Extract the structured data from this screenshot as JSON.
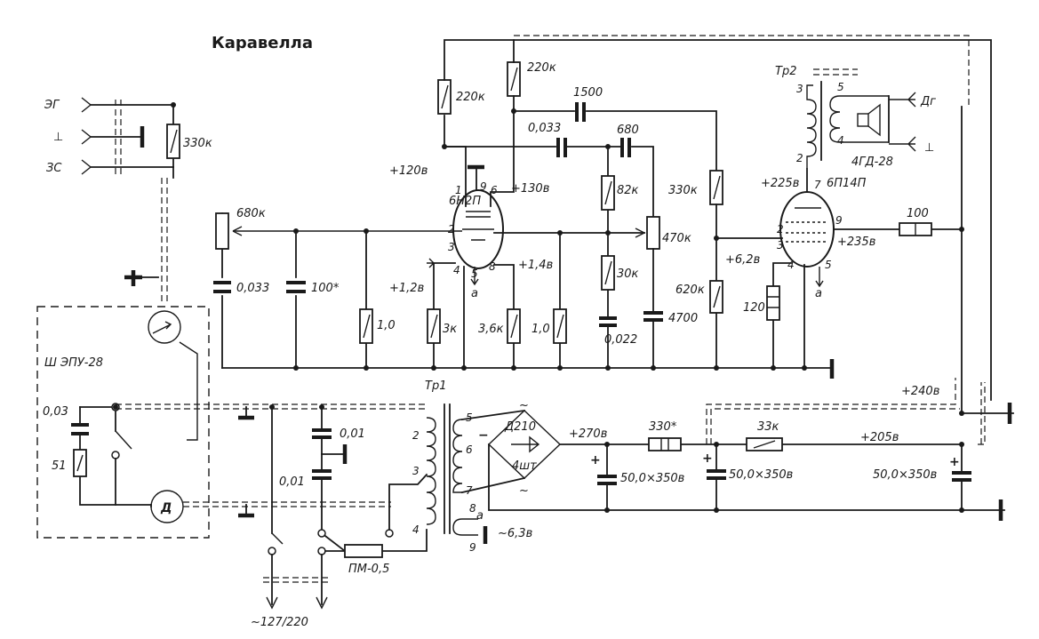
{
  "title": "Каравелла",
  "inputs": {
    "eg": "ЭГ",
    "gnd": "⊥",
    "zs": "ЗС"
  },
  "speaker_out": {
    "dg": "Дг",
    "gnd": "⊥"
  },
  "resistors": {
    "r330k_in": "330к",
    "r680k_vol": "680к",
    "r1m_a": "1,0",
    "r220k_a": "220к",
    "r220k_b": "220к",
    "r3k": "3к",
    "r3_6k": "3,6к",
    "r1m_b": "1,0",
    "r82k": "82к",
    "r30k": "30к",
    "r470k": "470к",
    "r330k_b": "330к",
    "r620k": "620к",
    "r120": "120",
    "r100": "100",
    "r51": "51",
    "r330_filter": "330*",
    "r33k": "33к"
  },
  "capacitors": {
    "c0033_a": "0,033",
    "c100": "100*",
    "c1500": "1500",
    "c0033_b": "0,033",
    "c680": "680",
    "c0022": "0,022",
    "c4700": "4700",
    "c003": "0,03",
    "c001_a": "0,01",
    "c001_b": "0,01",
    "c50_a": "50,0×350в",
    "c50_b": "50,0×350в",
    "c50_c": "50,0×350в"
  },
  "tubes": {
    "v1": "6Н2П",
    "v2": "6П14П"
  },
  "voltages": {
    "v120": "+120в",
    "v130": "+130в",
    "v12": "+1,2в",
    "v14": "+1,4в",
    "v62": "+6,2в",
    "v225": "+225в",
    "v235": "+235в",
    "v270": "+270в",
    "v240": "+240в",
    "v205": "+205в",
    "ac63": "~6,3в",
    "mains": "~127/220"
  },
  "labels": {
    "tr1": "Тр1",
    "tr2": "Тр2",
    "speaker": "4ГД-28",
    "turntable": "Ш ЭПУ-28",
    "motor": "Д",
    "rectifier": "Д210",
    "rect_count": "4шт",
    "fuse": "ПМ-0,5",
    "heater_a": "а",
    "tilde": "~",
    "minus": "−",
    "plus": "+"
  },
  "pins": {
    "v1_1": "1",
    "v1_9": "9",
    "v1_6": "6",
    "v1_2": "2",
    "v1_3": "3",
    "v1_4": "4",
    "v1_5": "5",
    "v1_8": "8",
    "v2_7": "7",
    "v2_2": "2",
    "v2_3": "3",
    "v2_9": "9",
    "v2_4": "4",
    "v2_5": "5",
    "tr1_5": "5",
    "tr1_6": "6",
    "tr1_7": "7",
    "tr1_8": "8",
    "tr1_9": "9",
    "tr1_2": "2",
    "tr1_3": "3",
    "tr1_4": "4",
    "tr2_3": "3",
    "tr2_2": "2",
    "tr2_5": "5",
    "tr2_4": "4"
  }
}
